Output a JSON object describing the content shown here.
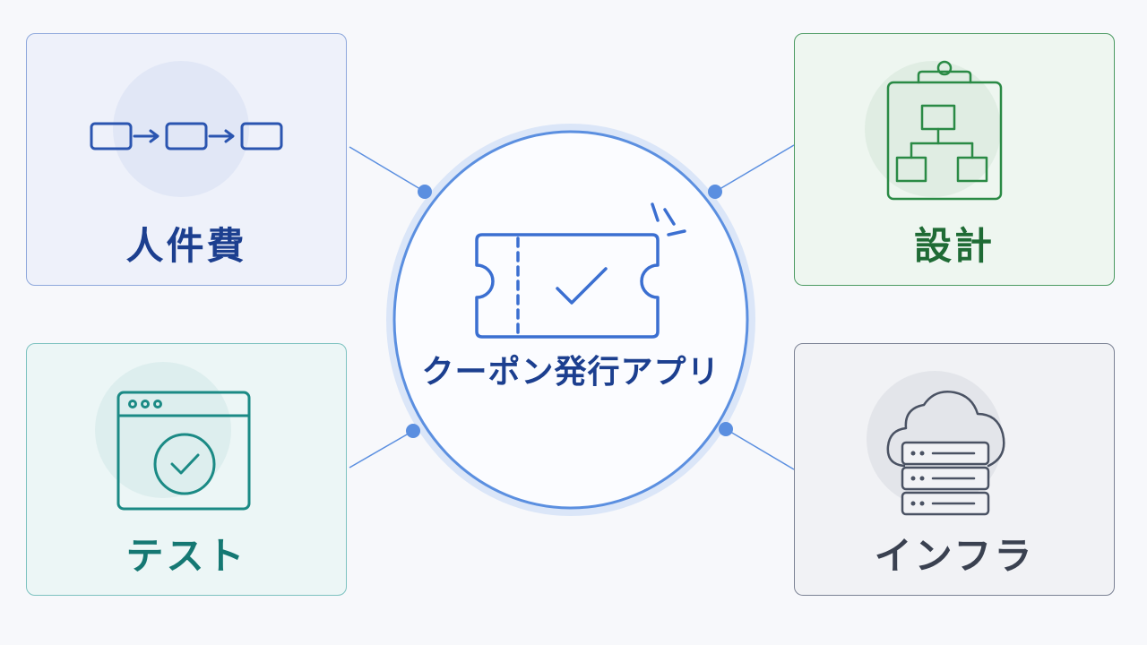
{
  "center": {
    "label": "クーポン発行アプリ",
    "icon": "ticket-check-icon"
  },
  "nodes": [
    {
      "id": "labor",
      "label": "人件費",
      "icon": "process-flow-icon",
      "color": "#1c3f8f"
    },
    {
      "id": "design",
      "label": "設計",
      "icon": "clipboard-tree-icon",
      "color": "#1f6b35"
    },
    {
      "id": "test",
      "label": "テスト",
      "icon": "browser-check-icon",
      "color": "#157873"
    },
    {
      "id": "infra",
      "label": "インフラ",
      "icon": "cloud-server-icon",
      "color": "#3a4150"
    }
  ],
  "colors": {
    "connector": "#5b8fe0",
    "center_border": "#5b8fe0"
  }
}
